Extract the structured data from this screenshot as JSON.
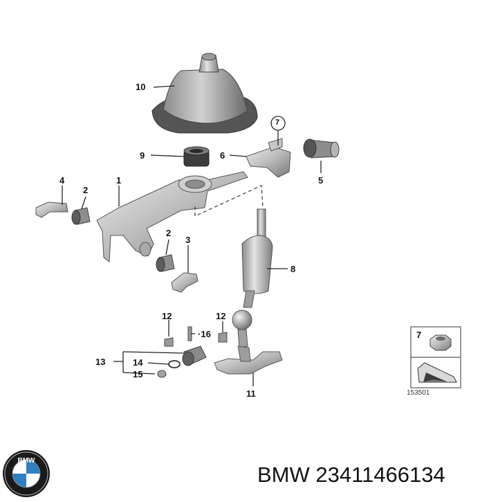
{
  "callouts": {
    "c1": "1",
    "c2a": "2",
    "c2b": "2",
    "c3": "3",
    "c4": "4",
    "c5": "5",
    "c6": "6",
    "c7": "7",
    "c8": "8",
    "c9": "9",
    "c10": "10",
    "c11": "11",
    "c12a": "12",
    "c12b": "12",
    "c13": "13",
    "c14": "14",
    "c15": "15",
    "c16": "16"
  },
  "inset": {
    "label": "7"
  },
  "catalog_number": "153501",
  "footer": {
    "brand_part_number": "BMW 23411466134"
  },
  "colors": {
    "metal_light": "#d6d6d6",
    "metal_mid": "#a8a8a8",
    "metal_dark": "#6d6d6d",
    "leader": "#222222",
    "bmw_blue": "#2f7fc1"
  }
}
